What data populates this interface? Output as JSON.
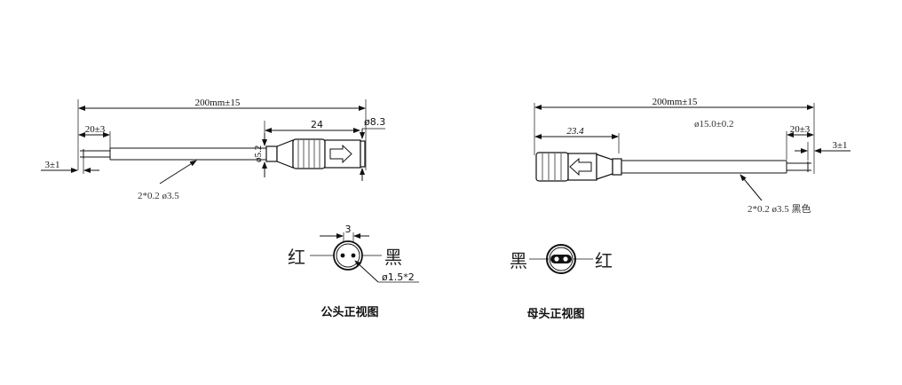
{
  "male": {
    "overall_length": "200mm±15",
    "strip_length": "20±3",
    "tin_length": "3±1",
    "connector_length": "24",
    "connector_diameter": "ø8.3",
    "neck_diameter": "ø5.2",
    "cable_spec": "2*0.2  ø3.5",
    "front_spacing": "3",
    "label_red": "红",
    "label_black": "黑",
    "pin_spec": "ø1.5*2",
    "caption": "公头正视图"
  },
  "female": {
    "overall_length": "200mm±15",
    "connector_length": "23.4",
    "connector_diameter": "ø15.0±0.2",
    "strip_length": "20±3",
    "tin_length": "3±1",
    "cable_spec": "2*0.2  ø3.5  黑色",
    "label_black": "黑",
    "label_red": "红",
    "caption": "母头正视图"
  }
}
